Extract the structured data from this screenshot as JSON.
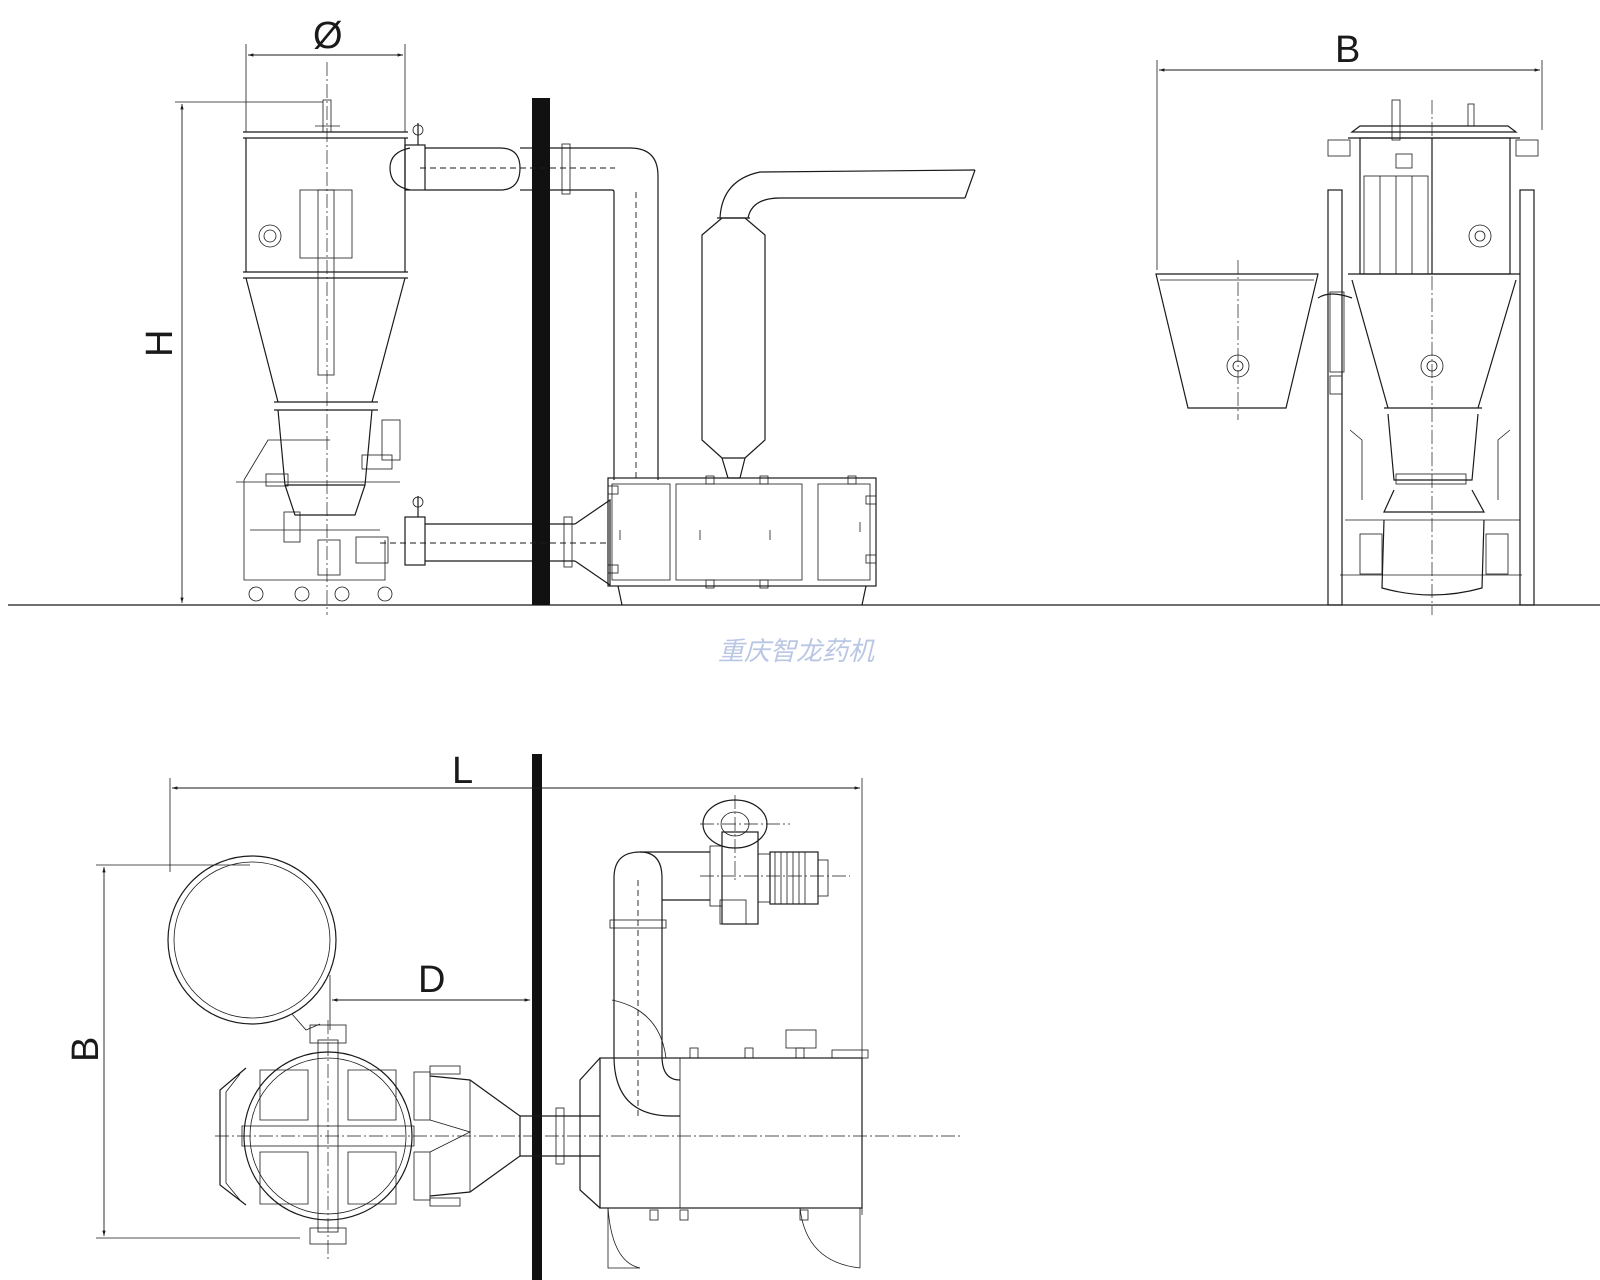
{
  "labels": {
    "front_diameter": "Ø",
    "front_height": "H",
    "side_width": "B",
    "plan_length": "L",
    "plan_width": "B",
    "plan_distance": "D"
  },
  "watermark": "重庆智龙药机",
  "colors": {
    "line": "#1a1a1a",
    "wall": "#111111",
    "watermark": "#b9c6e4",
    "background": "#ffffff"
  }
}
